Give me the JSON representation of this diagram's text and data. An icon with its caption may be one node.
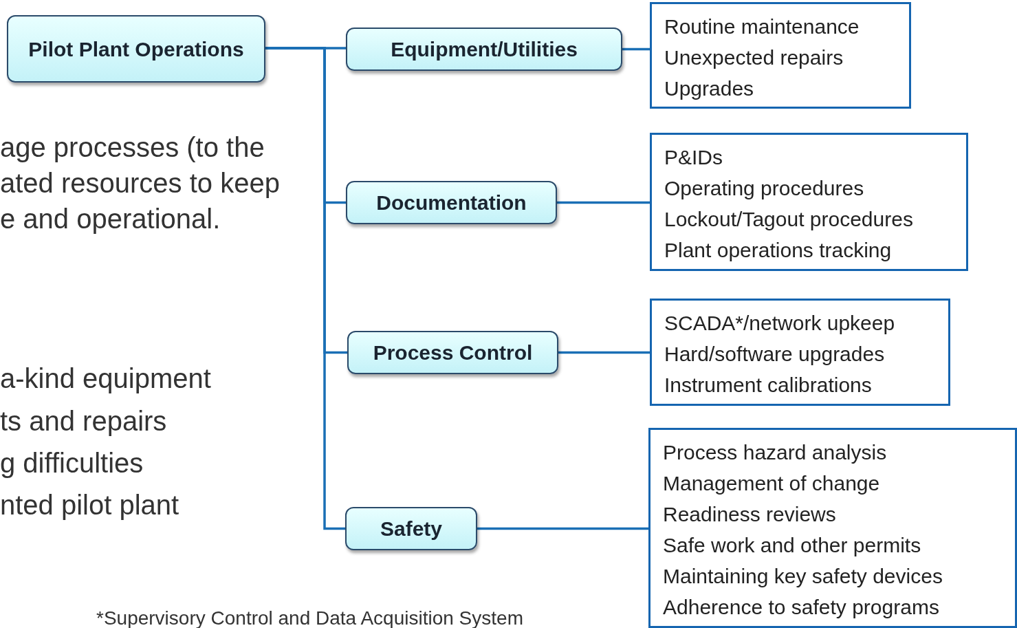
{
  "diagram": {
    "nodes": [
      {
        "text": [
          "Pilot Plant Operations"
        ]
      },
      {
        "text": [
          "Equipment/Utilities"
        ]
      },
      {
        "text": [
          "Documentation"
        ]
      },
      {
        "text": [
          "Process Control"
        ]
      },
      {
        "text": [
          "Safety"
        ]
      },
      {
        "text": [
          "Routine maintenance",
          "Unexpected repairs",
          "Upgrades"
        ]
      },
      {
        "text": [
          "P&IDs",
          "Operating procedures",
          "Lockout/Tagout procedures",
          "Plant operations tracking"
        ]
      },
      {
        "text": [
          "SCADA*/network upkeep",
          "Hard/software upgrades",
          "Instrument calibrations"
        ]
      },
      {
        "text": [
          "Process hazard analysis",
          "Management of change",
          "Readiness reviews",
          "Safe work and other permits",
          "Maintaining key safety devices",
          "Adherence to safety programs"
        ]
      }
    ],
    "edges": [
      {
        "from": 0,
        "to": 1,
        "arrow": "none"
      },
      {
        "from": 0,
        "to": 2,
        "arrow": "none"
      },
      {
        "from": 0,
        "to": 3,
        "arrow": "none"
      },
      {
        "from": 0,
        "to": 4,
        "arrow": "none"
      },
      {
        "from": 1,
        "to": 5,
        "arrow": "none"
      },
      {
        "from": 2,
        "to": 6,
        "arrow": "none"
      },
      {
        "from": 3,
        "to": 7,
        "arrow": "none"
      },
      {
        "from": 4,
        "to": 8,
        "arrow": "none"
      }
    ],
    "labels": [
      "age processes (to the ated resources to keep e and operational.",
      "a-kind equipment",
      "ts and repairs",
      "g difficulties",
      "nted pilot plant",
      "*Supervisory Control and Data Acquisition System"
    ]
  }
}
